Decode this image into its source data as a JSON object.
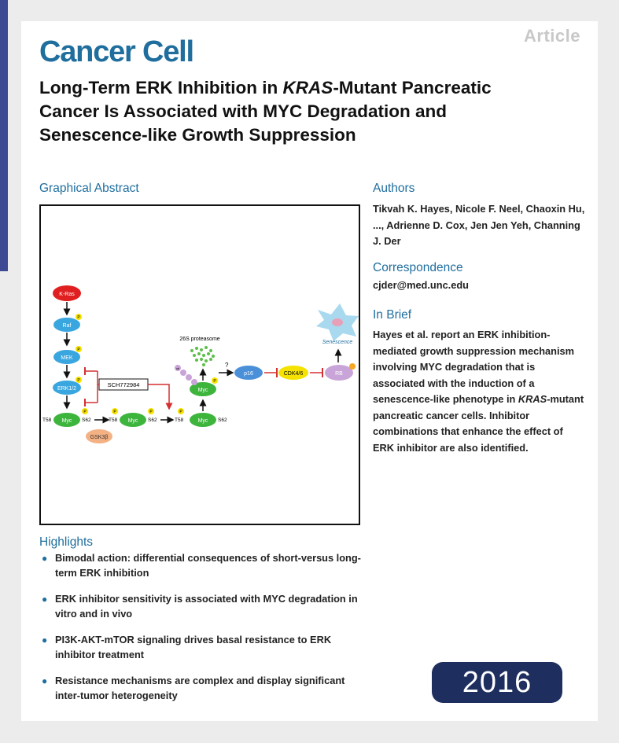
{
  "journal": "Cancer Cell",
  "article_type": "Article",
  "title": {
    "part1": "Long-Term ERK Inhibition in ",
    "italic": "KRAS",
    "part2": "-Mutant Pancreatic Cancer Is Associated with MYC Degradation and Senescence-like Growth Suppression"
  },
  "sections": {
    "graphical_abstract": "Graphical Abstract",
    "authors": "Authors",
    "correspondence": "Correspondence",
    "in_brief": "In Brief",
    "highlights": "Highlights"
  },
  "authors_text": "Tikvah K. Hayes, Nicole F. Neel, Chaoxin Hu, ..., Adrienne D. Cox, Jen Jen Yeh, Channing J. Der",
  "email": "cjder@med.unc.edu",
  "in_brief": {
    "part1": "Hayes et al. report an ERK inhibition-mediated growth suppression mechanism involving MYC degradation that is associated with the induction of a senescence-like phenotype in ",
    "italic": "KRAS",
    "part2": "-mutant pancreatic cancer cells. Inhibitor combinations that enhance the effect of ERK inhibitor are also identified."
  },
  "highlights": [
    "Bimodal action: differential consequences of short-versus long-term ERK inhibition",
    "ERK inhibitor sensitivity is associated with MYC degradation in vitro and in vivo",
    "PI3K-AKT-mTOR signaling drives basal resistance to ERK inhibitor treatment",
    "Resistance mechanisms are complex and display significant inter-tumor heterogeneity"
  ],
  "badge_year": "2016",
  "diagram": {
    "kras": "K-Ras",
    "raf": "Raf",
    "mek": "MEK",
    "erk": "ERK1/2",
    "myc": "Myc",
    "gsk": "GSK3β",
    "inhibitor": "SCH772984",
    "t58": "T58",
    "s62": "S62",
    "p": "P",
    "ub": "ub",
    "proteasome": "26S proteasome",
    "question": "?",
    "p16": "p16",
    "cdk": "CDK4/6",
    "rb": "RB",
    "senescence": "Senescence"
  },
  "colors": {
    "brand_blue": "#1f6e9e",
    "badge_navy": "#1e2e5e",
    "left_bar": "#3d4a93",
    "node_blue": "#3aa6df",
    "node_green": "#3db53d",
    "node_red": "#e02020",
    "phospho_yellow": "#f5e200",
    "inhibit_red": "#d43030"
  }
}
